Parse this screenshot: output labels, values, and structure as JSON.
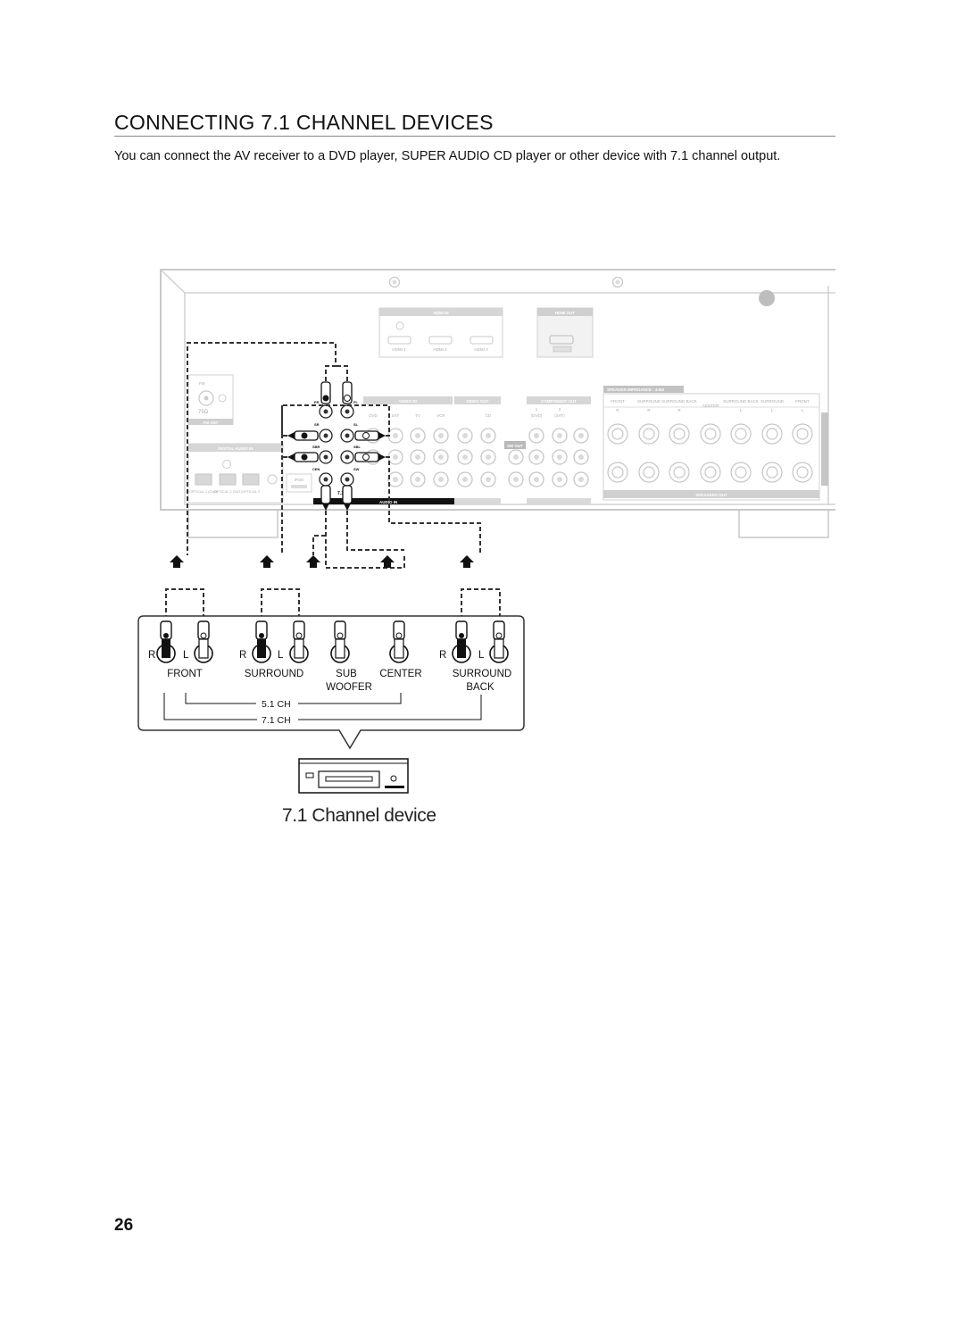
{
  "page": {
    "title": "CONNECTING 7.1 CHANNEL DEVICES",
    "intro": "You can connect the AV receiver to a DVD player, SUPER AUDIO CD player or other device with 7.1 channel output.",
    "page_number": "26"
  },
  "receiver": {
    "hdmi_in": "HDMI IN",
    "hdmi_out": "HDMI OUT",
    "hdmi_ports": [
      "HDMI 1",
      "HDMI 2",
      "HDMI 3"
    ],
    "fm": "FM",
    "ohm": "75Ω",
    "fm_ant": "FM ANT",
    "digital_audio_in": "DIGITAL AUDIO IN",
    "optical_labels": [
      "OPTICAL 1 (DVD)",
      "OPTICAL 2 (SAT)",
      "OPTICAL 3"
    ],
    "ipod": "iPOD",
    "video_in": "VIDEO IN",
    "video_out": "VIDEO OUT",
    "component_out": "COMPONENT OUT",
    "component_nums": [
      "1",
      "2"
    ],
    "component_srcs": [
      "(DVD)",
      "(SAT)"
    ],
    "source_cols": [
      "DVD",
      "SAT",
      "TV",
      "VCR",
      "CD"
    ],
    "sw_out": "SW OUT",
    "audio_in": "AUDIO IN",
    "ch71": "7.1CH",
    "speaker_impedance": "SPEAKER IMPEDANCE : 4-8Ω",
    "speaker_cols": [
      "FRONT",
      "SURROUND",
      "SURROUND BACK",
      "CENTER",
      "SURROUND BACK",
      "SURROUND",
      "FRONT"
    ],
    "speaker_rl": [
      "R",
      "R",
      "R",
      "L",
      "L",
      "L"
    ],
    "speakers_out": "SPEAKERS OUT",
    "jack_tags": [
      "FR",
      "FL",
      "SR",
      "SL",
      "SBR",
      "SBL",
      "CEN",
      "SW"
    ]
  },
  "device": {
    "r": "R",
    "l": "L",
    "front": "FRONT",
    "surround": "SURROUND",
    "sub": "SUB",
    "woofer": "WOOFER",
    "center": "CENTER",
    "surround_back_1": "SURROUND",
    "surround_back_2": "BACK",
    "ch51": "5.1 CH",
    "ch71": "7.1 CH",
    "caption": "7.1 Channel device"
  }
}
